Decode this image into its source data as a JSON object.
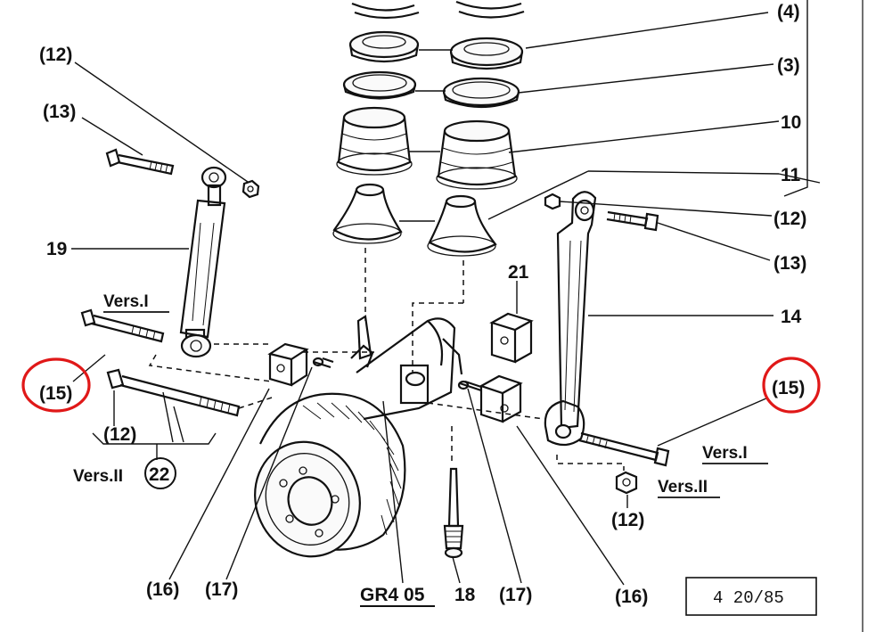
{
  "labels": {
    "l4": "(4)",
    "l3": "(3)",
    "l10": "10",
    "l11": "11",
    "l12_top_left": "(12)",
    "l13_left": "(13)",
    "l19": "19",
    "l12_right_upper": "(12)",
    "l13_right": "(13)",
    "l21": "21",
    "l14": "14",
    "l15_left": "(15)",
    "l15_right": "(15)",
    "l12_left_lower": "(12)",
    "l22": "22",
    "l12_right_lower": "(12)",
    "l16_left": "(16)",
    "l17_left": "(17)",
    "l18": "18",
    "l17_right": "(17)",
    "l16_right": "(16)",
    "gr_ref": "GR4 05"
  },
  "versions": {
    "vers_i_left": "Vers.I",
    "vers_ii_left": "Vers.II",
    "vers_i_right": "Vers.I",
    "vers_ii_right": "Vers.II"
  },
  "page_ref": "4 20/85",
  "highlight_color": "#e01818"
}
